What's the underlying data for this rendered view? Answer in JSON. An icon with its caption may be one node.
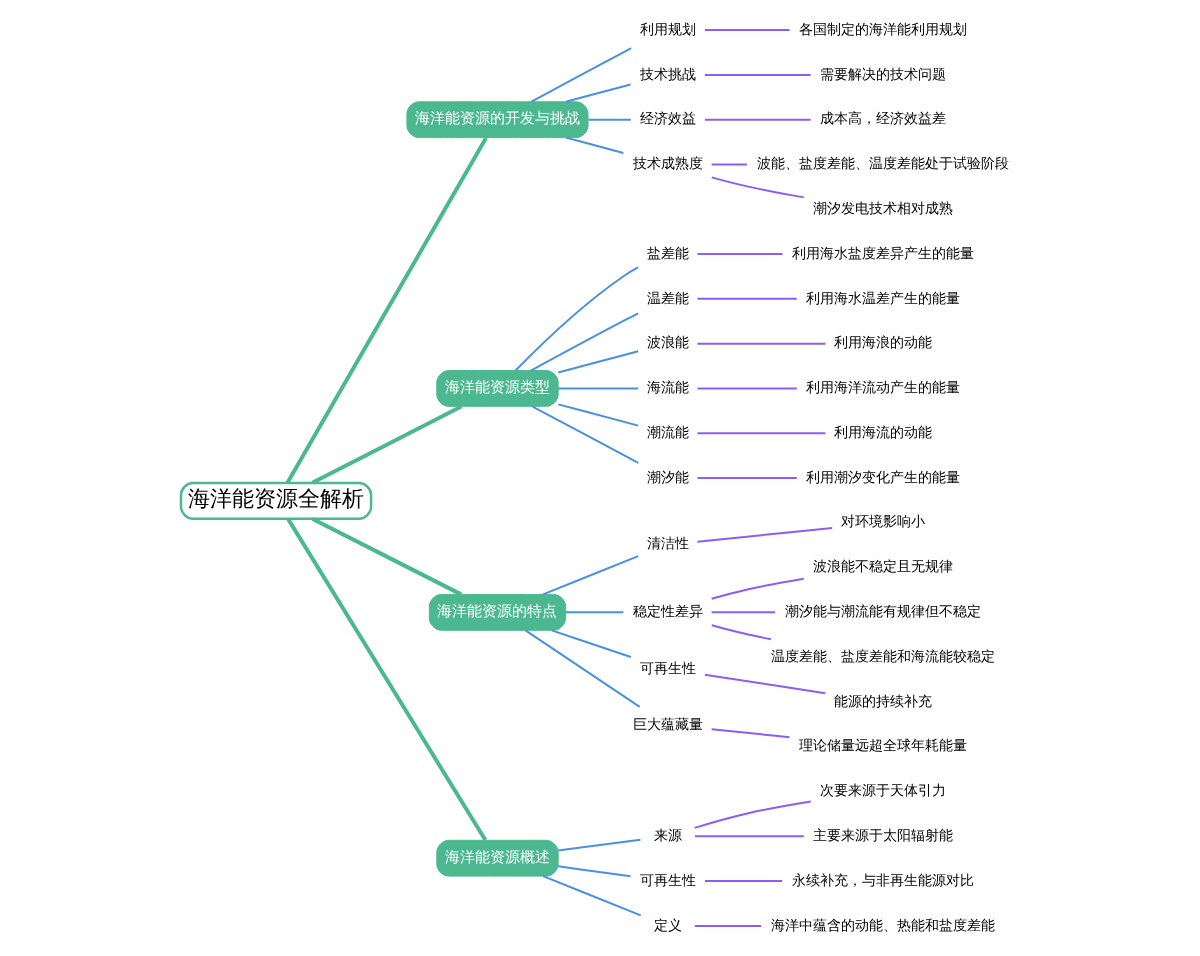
{
  "diagram": {
    "nodes": [
      {
        "text": [
          "海洋能资源全解析"
        ]
      },
      {
        "text": [
          "海洋能资源的开发与挑战"
        ]
      },
      {
        "text": [
          "利用规划"
        ]
      },
      {
        "text": [
          "各国制定的海洋能利用规划"
        ]
      },
      {
        "text": [
          "技术挑战"
        ]
      },
      {
        "text": [
          "需要解决的技术问题"
        ]
      },
      {
        "text": [
          "经济效益"
        ]
      },
      {
        "text": [
          "成本高，经济效益差"
        ]
      },
      {
        "text": [
          "技术成熟度"
        ]
      },
      {
        "text": [
          "波能、盐度差能、温度差能处于试验阶段"
        ]
      },
      {
        "text": [
          "潮汐发电技术相对成熟"
        ]
      },
      {
        "text": [
          "海洋能资源类型"
        ]
      },
      {
        "text": [
          "盐差能"
        ]
      },
      {
        "text": [
          "利用海水盐度差异产生的能量"
        ]
      },
      {
        "text": [
          "温差能"
        ]
      },
      {
        "text": [
          "利用海水温差产生的能量"
        ]
      },
      {
        "text": [
          "波浪能"
        ]
      },
      {
        "text": [
          "利用海浪的动能"
        ]
      },
      {
        "text": [
          "海流能"
        ]
      },
      {
        "text": [
          "利用海洋流动产生的能量"
        ]
      },
      {
        "text": [
          "潮流能"
        ]
      },
      {
        "text": [
          "利用海流的动能"
        ]
      },
      {
        "text": [
          "潮汐能"
        ]
      },
      {
        "text": [
          "利用潮汐变化产生的能量"
        ]
      },
      {
        "text": [
          "海洋能资源的特点"
        ]
      },
      {
        "text": [
          "清洁性"
        ]
      },
      {
        "text": [
          "对环境影响小"
        ]
      },
      {
        "text": [
          "稳定性差异"
        ]
      },
      {
        "text": [
          "波浪能不稳定且无规律"
        ]
      },
      {
        "text": [
          "潮汐能与潮流能有规律但不稳定"
        ]
      },
      {
        "text": [
          "温度差能、盐度差能和海流能较稳定"
        ]
      },
      {
        "text": [
          "可再生性"
        ]
      },
      {
        "text": [
          "能源的持续补充"
        ]
      },
      {
        "text": [
          "巨大蕴藏量"
        ]
      },
      {
        "text": [
          "理论储量远超全球年耗能量"
        ]
      },
      {
        "text": [
          "海洋能资源概述"
        ]
      },
      {
        "text": [
          "来源"
        ]
      },
      {
        "text": [
          "次要来源于天体引力"
        ]
      },
      {
        "text": [
          "主要来源于太阳辐射能"
        ]
      },
      {
        "text": [
          "可再生性"
        ]
      },
      {
        "text": [
          "永续补充，与非再生能源对比"
        ]
      },
      {
        "text": [
          "定义"
        ]
      },
      {
        "text": [
          "海洋中蕴含的动能、热能和盐度差能"
        ]
      }
    ],
    "edges": [
      {
        "from": 0,
        "to": 1,
        "arrow": "none",
        "style": "thick",
        "color": "#4bb88f"
      },
      {
        "from": 1,
        "to": 2,
        "arrow": "none",
        "color": "#4a90e2"
      },
      {
        "from": 2,
        "to": 3,
        "arrow": "none"
      },
      {
        "from": 1,
        "to": 4,
        "arrow": "none",
        "color": "#4a90e2"
      },
      {
        "from": 4,
        "to": 5,
        "arrow": "none"
      },
      {
        "from": 1,
        "to": 6,
        "arrow": "none",
        "color": "#4a90e2"
      },
      {
        "from": 6,
        "to": 7,
        "arrow": "none"
      },
      {
        "from": 1,
        "to": 8,
        "arrow": "none",
        "color": "#4a90e2"
      },
      {
        "from": 8,
        "to": 9,
        "arrow": "none"
      },
      {
        "from": 8,
        "to": 10,
        "arrow": "none"
      },
      {
        "from": 0,
        "to": 11,
        "arrow": "none",
        "style": "thick",
        "color": "#4bb88f"
      },
      {
        "from": 11,
        "to": 12,
        "arrow": "none",
        "color": "#4a90e2"
      },
      {
        "from": 12,
        "to": 13,
        "arrow": "none"
      },
      {
        "from": 11,
        "to": 14,
        "arrow": "none",
        "color": "#4a90e2"
      },
      {
        "from": 14,
        "to": 15,
        "arrow": "none"
      },
      {
        "from": 11,
        "to": 16,
        "arrow": "none",
        "color": "#4a90e2"
      },
      {
        "from": 16,
        "to": 17,
        "arrow": "none"
      },
      {
        "from": 11,
        "to": 18,
        "arrow": "none",
        "color": "#4a90e2"
      },
      {
        "from": 18,
        "to": 19,
        "arrow": "none"
      },
      {
        "from": 11,
        "to": 20,
        "arrow": "none",
        "color": "#4a90e2"
      },
      {
        "from": 20,
        "to": 21,
        "arrow": "none"
      },
      {
        "from": 11,
        "to": 22,
        "arrow": "none",
        "color": "#4a90e2"
      },
      {
        "from": 22,
        "to": 23,
        "arrow": "none"
      },
      {
        "from": 0,
        "to": 24,
        "arrow": "none",
        "style": "thick",
        "color": "#4bb88f"
      },
      {
        "from": 24,
        "to": 25,
        "arrow": "none",
        "color": "#4a90e2"
      },
      {
        "from": 25,
        "to": 26,
        "arrow": "none"
      },
      {
        "from": 24,
        "to": 27,
        "arrow": "none",
        "color": "#4a90e2"
      },
      {
        "from": 27,
        "to": 28,
        "arrow": "none"
      },
      {
        "from": 27,
        "to": 29,
        "arrow": "none"
      },
      {
        "from": 27,
        "to": 30,
        "arrow": "none"
      },
      {
        "from": 24,
        "to": 31,
        "arrow": "none",
        "color": "#4a90e2"
      },
      {
        "from": 31,
        "to": 32,
        "arrow": "none"
      },
      {
        "from": 24,
        "to": 33,
        "arrow": "none",
        "color": "#4a90e2"
      },
      {
        "from": 33,
        "to": 34,
        "arrow": "none"
      },
      {
        "from": 0,
        "to": 35,
        "arrow": "none",
        "style": "thick",
        "color": "#4bb88f"
      },
      {
        "from": 35,
        "to": 36,
        "arrow": "none",
        "color": "#4a90e2"
      },
      {
        "from": 36,
        "to": 37,
        "arrow": "none"
      },
      {
        "from": 36,
        "to": 38,
        "arrow": "none"
      },
      {
        "from": 35,
        "to": 39,
        "arrow": "none",
        "color": "#4a90e2"
      },
      {
        "from": 39,
        "to": 40,
        "arrow": "none"
      },
      {
        "from": 35,
        "to": 41,
        "arrow": "none",
        "color": "#4a90e2"
      },
      {
        "from": 41,
        "to": 42,
        "arrow": "none"
      }
    ]
  }
}
